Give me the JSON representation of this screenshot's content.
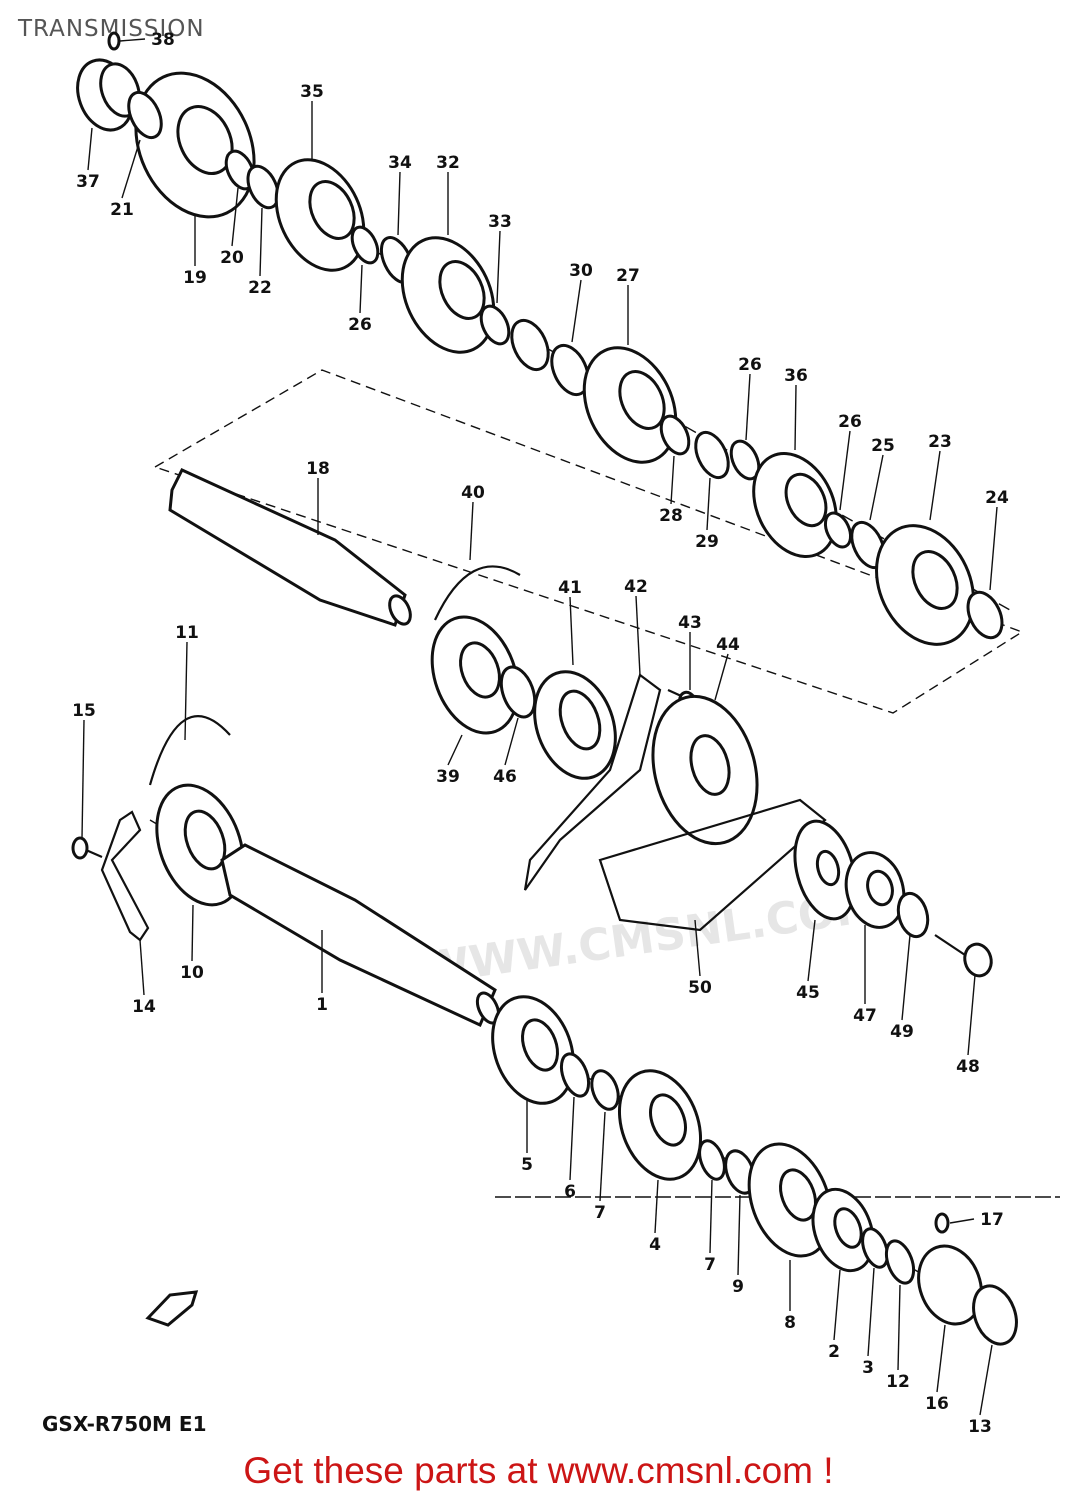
{
  "header": {
    "title": "TRANSMISSION"
  },
  "model": "GSX-R750M E1",
  "watermark": "WWW.CMSNL.COM",
  "footer": {
    "link_text": "Get these parts at www.cmsnl.com !"
  },
  "callouts": [
    "38",
    "37",
    "21",
    "19",
    "20",
    "22",
    "35",
    "26",
    "34",
    "32",
    "33",
    "30",
    "27",
    "28",
    "29",
    "26",
    "36",
    "26",
    "25",
    "23",
    "24",
    "18",
    "40",
    "41",
    "42",
    "43",
    "44",
    "39",
    "46",
    "50",
    "45",
    "47",
    "49",
    "48",
    "11",
    "15",
    "14",
    "10",
    "1",
    "5",
    "6",
    "7",
    "4",
    "7",
    "9",
    "8",
    "2",
    "3",
    "12",
    "16",
    "13",
    "17"
  ],
  "colors": {
    "link": "#cc1515",
    "ink": "#111111"
  }
}
